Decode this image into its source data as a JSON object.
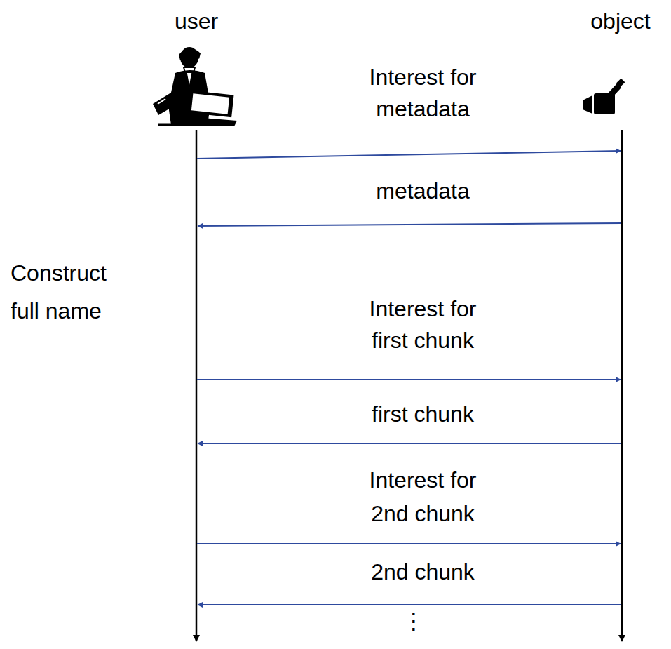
{
  "diagram": {
    "labels": [
      "user",
      "object",
      "Interest for metadata",
      "metadata",
      "Construct full name",
      "Interest for first chunk",
      "first chunk",
      "Interest for 2nd chunk",
      "2nd chunk",
      "⋮"
    ]
  }
}
